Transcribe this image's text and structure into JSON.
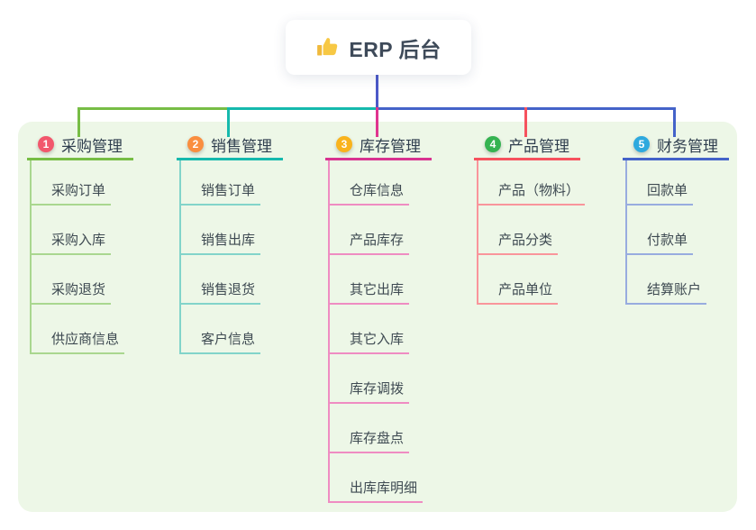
{
  "root": {
    "icon": "thumbs-up",
    "label": "ERP 后台"
  },
  "panel": {
    "background": "#edf7e7"
  },
  "connector": {
    "stem_color": "#4c59c8",
    "segment_colors": [
      "#77bd45",
      "#16b9ad",
      "#4463c9"
    ],
    "drop_colors": [
      "#77bd45",
      "#16b9ad",
      "#e0348f",
      "#f6525e",
      "#4463c9"
    ]
  },
  "branches": [
    {
      "num": "1",
      "title": "采购管理",
      "badge_color": "#f2576c",
      "line_color": "#77bd45",
      "sub_line_color": "#a9d78f",
      "items": [
        "采购订单",
        "采购入库",
        "采购退货",
        "供应商信息"
      ]
    },
    {
      "num": "2",
      "title": "销售管理",
      "badge_color": "#fa8e3f",
      "line_color": "#16b9ad",
      "sub_line_color": "#82d4ca",
      "items": [
        "销售订单",
        "销售出库",
        "销售退货",
        "客户信息"
      ]
    },
    {
      "num": "3",
      "title": "库存管理",
      "badge_color": "#f9b31c",
      "line_color": "#d83390",
      "sub_line_color": "#ef8cc2",
      "items": [
        "仓库信息",
        "产品库存",
        "其它出库",
        "其它入库",
        "库存调拨",
        "库存盘点",
        "出库库明细"
      ]
    },
    {
      "num": "4",
      "title": "产品管理",
      "badge_color": "#35b351",
      "line_color": "#f6525e",
      "sub_line_color": "#f9959b",
      "items": [
        "产品（物料）",
        "产品分类",
        "产品单位"
      ]
    },
    {
      "num": "5",
      "title": "财务管理",
      "badge_color": "#2ea9de",
      "line_color": "#4463c9",
      "sub_line_color": "#98acdf",
      "items": [
        "回款单",
        "付款单",
        "结算账户"
      ]
    }
  ]
}
